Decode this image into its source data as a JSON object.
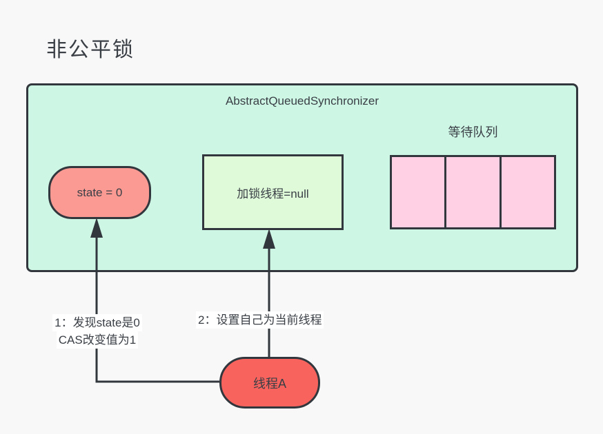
{
  "page": {
    "title": "非公平锁"
  },
  "aqs": {
    "title": "AbstractQueuedSynchronizer",
    "state_node": "state = 0",
    "owner_box": "加锁线程=null",
    "wait_queue": {
      "label": "等待队列",
      "cell_count": 3
    }
  },
  "thread_a": {
    "label": "线程A"
  },
  "steps": {
    "step1": {
      "line1": "1：发现state是0",
      "line2": "CAS改变值为1"
    },
    "step2": {
      "text": "2：设置自己为当前线程"
    }
  },
  "colors": {
    "container_fill": "#cdf6e4",
    "state_fill": "#fa9a93",
    "owner_fill": "#dffad9",
    "queue_fill": "#ffd0e3",
    "thread_fill": "#f8635d",
    "stroke": "#32373d",
    "text": "#3a3f46",
    "label_bg": "#ffffff",
    "page_bg": "#f8f8f8"
  }
}
